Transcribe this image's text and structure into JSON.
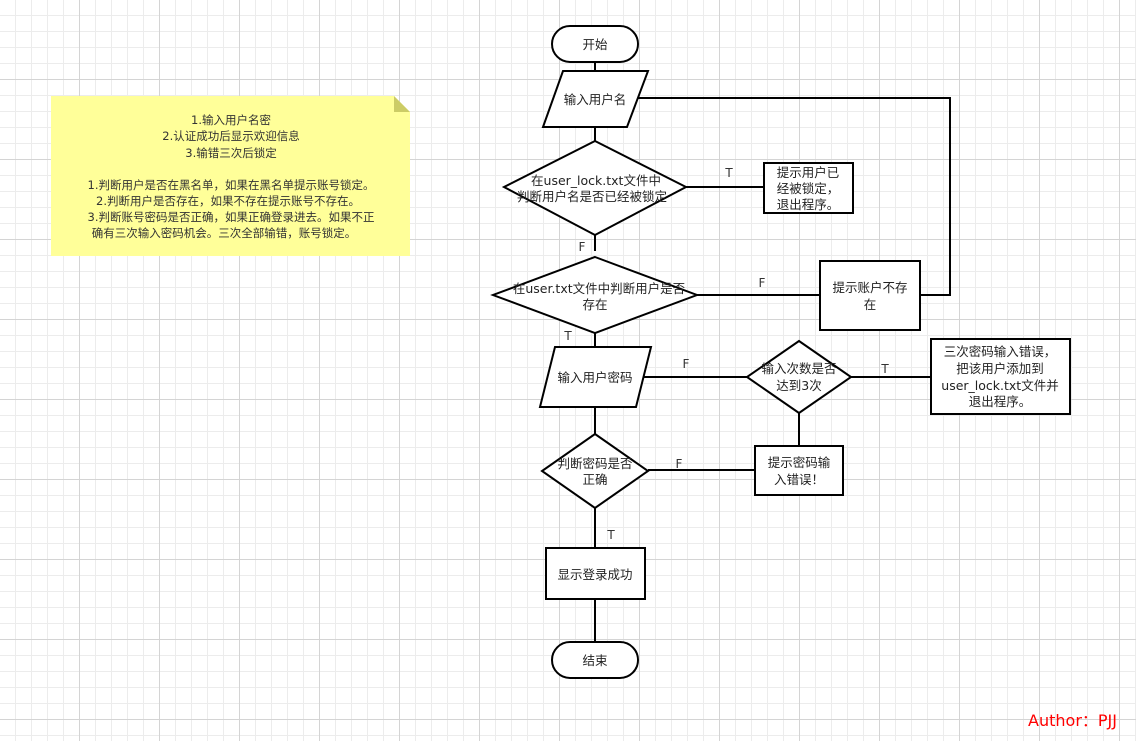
{
  "accent_color": "#ff0000",
  "note": {
    "lines": [
      "1.输入用户名密",
      "2.认证成功后显示欢迎信息",
      "3.输错三次后锁定",
      "",
      "1.判断用户是否在黑名单，如果在黑名单提示账号锁定。",
      "2.判断用户是否存在，如果不存在提示账号不存在。",
      "3.判断账号密码是否正确，如果正确登录进去。如果不正",
      "确有三次输入密码机会。三次全部输错，账号锁定。"
    ]
  },
  "nodes": {
    "start": "开始",
    "input_username": "输入用户名",
    "check_locked": [
      "在user_lock.txt文件中",
      "判断用户名是否已经被锁定"
    ],
    "locked_msg": [
      "提示用户已",
      "经被锁定，",
      "退出程序。"
    ],
    "check_exists": [
      "在user.txt文件中判断用户是否",
      "存在"
    ],
    "not_exist_msg": [
      "提示账户不存",
      "在"
    ],
    "input_password": "输入用户密码",
    "check_attempts": [
      "输入次数是否",
      "达到3次"
    ],
    "lock_msg": [
      "三次密码输入错误，",
      "把该用户添加到",
      "user_lock.txt文件并",
      "退出程序。"
    ],
    "check_password": [
      "判断密码是否",
      "正确"
    ],
    "wrong_pw_msg": [
      "提示密码输",
      "入错误！"
    ],
    "success": "显示登录成功",
    "end": "结束"
  },
  "edge_labels": {
    "locked_true": "T",
    "locked_false": "F",
    "exists_false": "F",
    "exists_true": "T",
    "attempts_false": "F",
    "attempts_true": "T",
    "password_false": "F",
    "password_true": "T"
  },
  "author": "Author：PJJ"
}
